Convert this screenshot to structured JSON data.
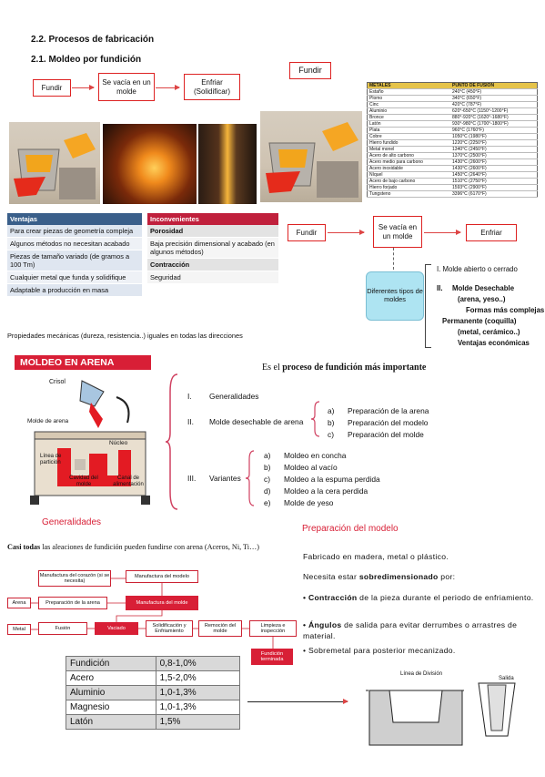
{
  "headings": {
    "h1": "2.2. Procesos de fabricación",
    "h2": "2.1. Moldeo por fundición"
  },
  "process_top": {
    "step1": "Fundir",
    "step2": "Se vacía en un molde",
    "step3": "Enfriar (Solidificar)"
  },
  "fundir_label": "Fundir",
  "metals_table": {
    "headers": [
      "METALES",
      "PUNTO DE FUSION"
    ],
    "rows": [
      [
        "Estaño",
        "240°C (450°F)"
      ],
      [
        "Plomo",
        "340°C (650°F)"
      ],
      [
        "Cinc",
        "420°C (787°F)"
      ],
      [
        "Aluminio",
        "620°-650°C (1150°-1200°F)"
      ],
      [
        "Bronce",
        "880°-920°C (1620°-1680°F)"
      ],
      [
        "Latón",
        "930°-980°C (1700°-1800°F)"
      ],
      [
        "Plata",
        "960°C (1760°F)"
      ],
      [
        "Cobre",
        "1050°C (1980°F)"
      ],
      [
        "Hierro fundido",
        "1220°C (2250°F)"
      ],
      [
        "Metal monel",
        "1340°C (2450°F)"
      ],
      [
        "Acero de alto carbono",
        "1370°C (2500°F)"
      ],
      [
        "Acero medio para carbono",
        "1430°C (2600°F)"
      ],
      [
        "Acero inoxidable",
        "1430°C (2600°F)"
      ],
      [
        "Níquel",
        "1450°C (2640°F)"
      ],
      [
        "Acero de bajo carbono",
        "1510°C (2750°F)"
      ],
      [
        "Hierro forjado",
        "1593°C (2900°F)"
      ],
      [
        "Tungsteno",
        "3396°C (6170°F)"
      ]
    ]
  },
  "ventajas": {
    "header": "Ventajas",
    "items": [
      "Para crear piezas de geometría compleja",
      "Algunos métodos no necesitan acabado",
      "Piezas de tamaño variado (de gramos a 100 Tm)",
      "Cualquier metal que funda y solidifique",
      "Adaptable a producción en masa"
    ]
  },
  "inconvenientes": {
    "header": "Inconvenientes",
    "sub1": "Porosidad",
    "item1": "Baja precisión dimensional y acabado (en algunos métodos)",
    "sub2": "Contracción",
    "item2": "Seguridad"
  },
  "propiedades": "Propiedades mecánicas (dureza, resistencia..) iguales en todas las direcciones",
  "process_mid": {
    "step1": "Fundir",
    "step2": "Se vacía en un molde",
    "step3": "Enfriar"
  },
  "tipos": {
    "center": "Diferentes tipos de moldes",
    "i": "I.   Molde abierto o cerrado",
    "ii_label": "II.",
    "ii_title": "Molde Desechable",
    "ii_1": "(arena, yeso..)",
    "ii_2": "Formas más complejas",
    "perm": "Permanente (coquilla)",
    "perm_1": "(metal, cerámico..)",
    "perm_2": "Ventajas económicas"
  },
  "arena_banner": "MOLDEO EN ARENA",
  "proceso_imp": {
    "pre": "Es el ",
    "bold": "proceso de fundición más importante"
  },
  "diagram_labels": {
    "crisol": "Crisol",
    "molde": "Molde de arena",
    "nucleo": "Núcleo",
    "linea": "Línea de partición",
    "cavidad": "Cavidad del molde",
    "canal": "Canal de alimentación"
  },
  "outline": {
    "i_num": "I.",
    "i": "Generalidades",
    "ii_num": "II.",
    "ii": "Molde desechable de arena",
    "ii_a": "Preparación de la arena",
    "ii_b": "Preparación del modelo",
    "ii_c": "Preparación del molde",
    "iii_num": "III.",
    "iii": "Variantes",
    "iii_a": "Moldeo en concha",
    "iii_b": "Moldeo al vacío",
    "iii_c": "Moldeo a la espuma perdida",
    "iii_d": "Moldeo a la cera perdida",
    "iii_e": "Molde de yeso",
    "letters": [
      "a)",
      "b)",
      "c)",
      "d)",
      "e)"
    ]
  },
  "generalidades_title": "Generalidades",
  "prep_modelo_title": "Preparación del modelo",
  "casi_todas": {
    "bold": "Casi todas",
    "rest": " las aleaciones de fundición pueden fundirse con arena (Aceros, Ni, Ti…)"
  },
  "flow": {
    "corazon": "Manufactura del corazón (si se necesita)",
    "modelo": "Manufactura del modelo",
    "arena": "Arena",
    "prep_arena": "Preparación de la arena",
    "molde": "Manufactura del molde",
    "metal": "Metal",
    "fusion": "Fusión",
    "vaciado": "Vaciado",
    "solid": "Solidificación y Enfriamiento",
    "remocion": "Remoción del molde",
    "limpieza": "Limpieza e inspección",
    "terminada": "Fundición terminada"
  },
  "contraccion_table": [
    [
      "Fundición",
      "0,8-1,0%"
    ],
    [
      "Acero",
      "1,5-2,0%"
    ],
    [
      "Aluminio",
      "1,0-1,3%"
    ],
    [
      "Magnesio",
      "1,0-1,3%"
    ],
    [
      "Latón",
      "1,5%"
    ]
  ],
  "modelo_text": {
    "p1": "Fabricado en madera, metal o plástico.",
    "p2_pre": "Necesita estar ",
    "p2_bold": "sobredimensionado",
    "p2_post": " por:",
    "b1_bold": "• Contracción",
    "b1_rest": " de la pieza durante el periodo de enfriamiento.",
    "b2_bold": "• Ángulos",
    "b2_rest": " de salida para evitar derrumbes o arrastres de material.",
    "b3": "• Sobremetal para posterior mecanizado."
  },
  "draft_labels": {
    "linea": "Línea de División",
    "salida": "Salida"
  },
  "colors": {
    "accent_red": "#d81f36",
    "blue_header": "#3a5f8a",
    "metals_header": "#e5c34a"
  }
}
